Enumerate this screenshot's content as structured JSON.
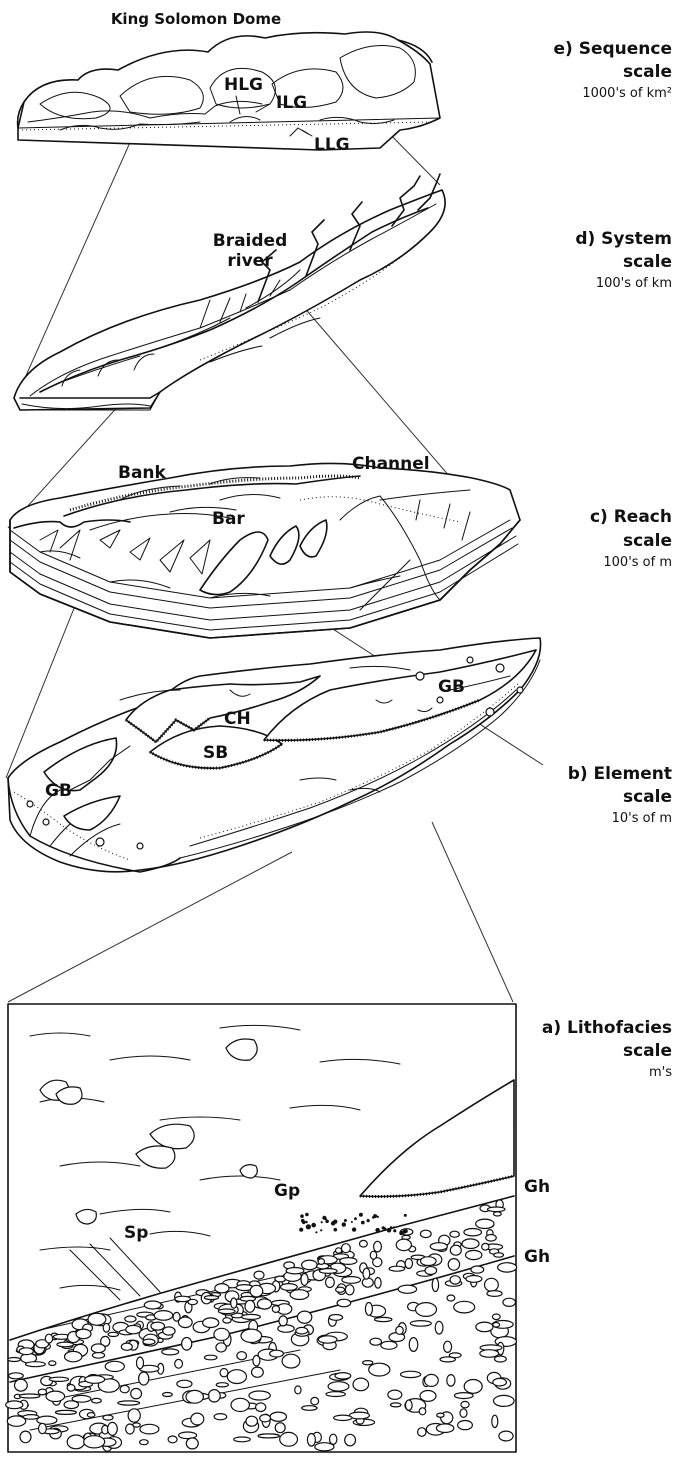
{
  "title": "King Solomon Dome",
  "scales": [
    {
      "id": "e",
      "heading": "e) Sequence",
      "unit_word": "scale",
      "extent": "1000's of  km²"
    },
    {
      "id": "d",
      "heading": "d) System",
      "unit_word": "scale",
      "extent": "100's of km"
    },
    {
      "id": "c",
      "heading": "c) Reach",
      "unit_word": "scale",
      "extent": "100's of m"
    },
    {
      "id": "b",
      "heading": "b) Element",
      "unit_word": "scale",
      "extent": "10's of m"
    },
    {
      "id": "a",
      "heading": "a) Lithofacies",
      "unit_word": "scale",
      "extent": "m's"
    }
  ],
  "labels": {
    "sequence": {
      "hlg": "HLG",
      "ilg": "ILG",
      "llg": "LLG"
    },
    "system": {
      "line1": "Braided",
      "line2": "river"
    },
    "reach": {
      "bank": "Bank",
      "channel": "Channel",
      "bar": "Bar"
    },
    "element": {
      "ch": "CH",
      "sb": "SB",
      "gb_left": "GB",
      "gb_right": "GB"
    },
    "lithofacies": {
      "gh_upper": "Gh",
      "gh_lower": "Gh",
      "gp": "Gp",
      "sp": "Sp"
    }
  }
}
